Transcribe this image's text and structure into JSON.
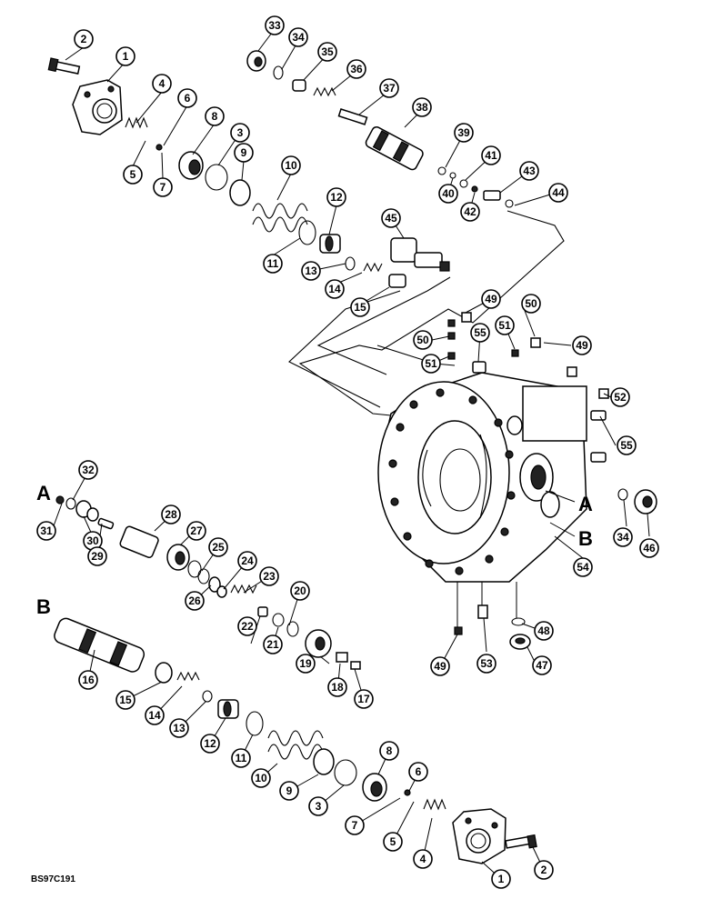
{
  "drawing_code": "BS97C191",
  "section_letters": [
    "A",
    "B"
  ],
  "callouts": [
    "1",
    "2",
    "3",
    "4",
    "5",
    "6",
    "7",
    "8",
    "9",
    "10",
    "11",
    "12",
    "13",
    "14",
    "15",
    "16",
    "17",
    "18",
    "19",
    "20",
    "21",
    "22",
    "23",
    "24",
    "25",
    "26",
    "27",
    "28",
    "29",
    "30",
    "31",
    "32",
    "33",
    "34",
    "35",
    "36",
    "37",
    "38",
    "39",
    "40",
    "41",
    "42",
    "43",
    "44",
    "45",
    "46",
    "47",
    "48",
    "49",
    "50",
    "51",
    "52",
    "53",
    "54",
    "55"
  ]
}
